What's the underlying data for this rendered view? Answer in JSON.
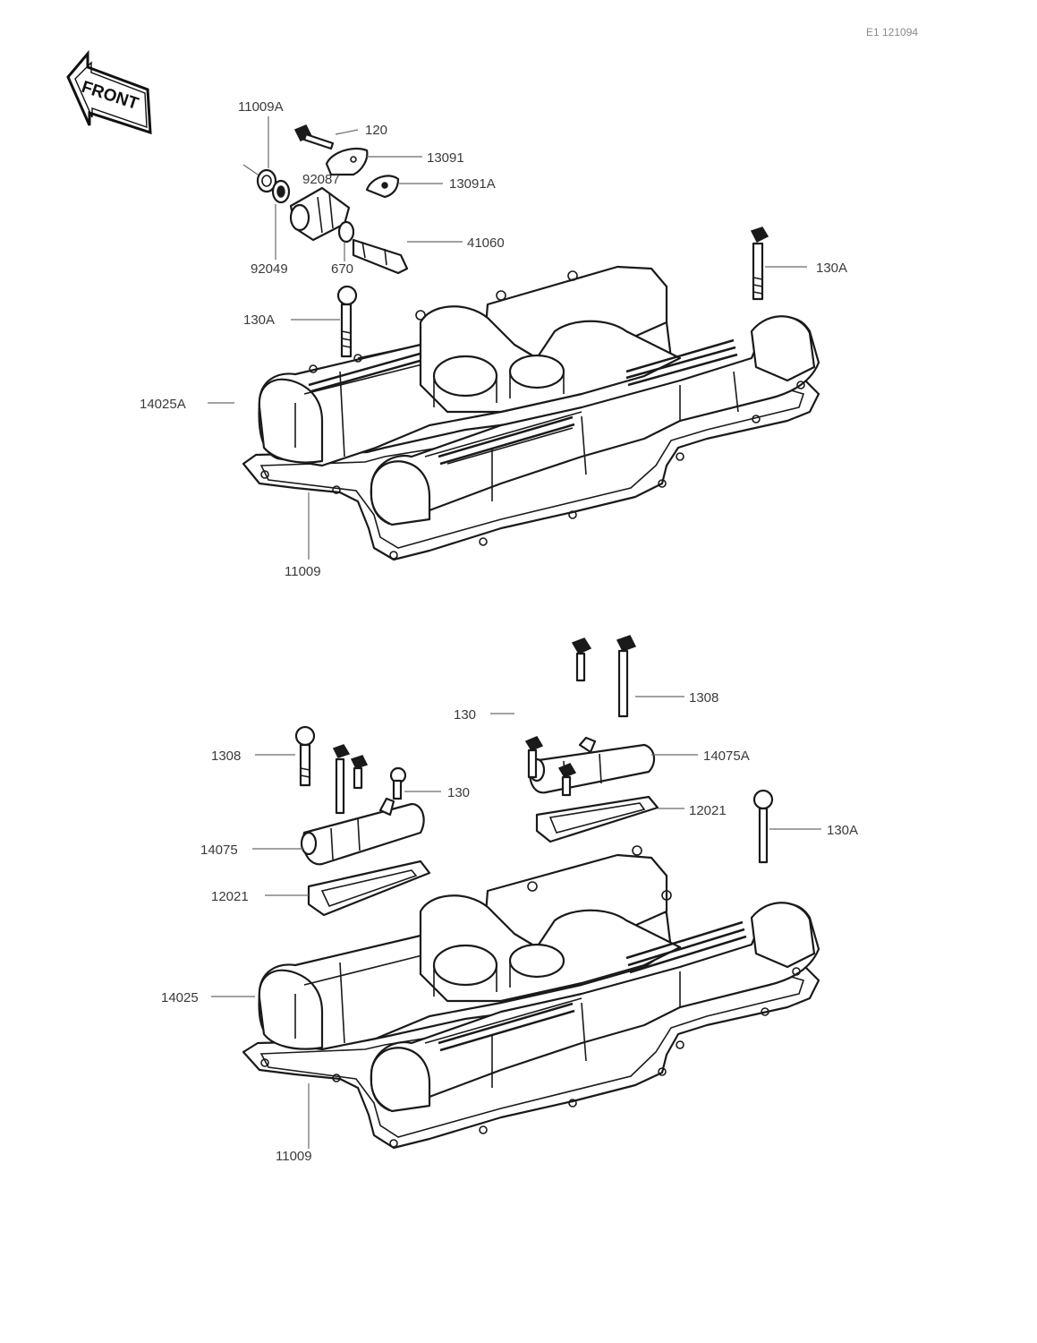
{
  "document": {
    "id": "E1 121094",
    "front_label": "FRONT"
  },
  "upper_assembly": {
    "callouts": [
      {
        "id": "11009A",
        "text": "11009A"
      },
      {
        "id": "120",
        "text": "120"
      },
      {
        "id": "13091",
        "text": "13091"
      },
      {
        "id": "92087",
        "text": "92087"
      },
      {
        "id": "13091A",
        "text": "13091A"
      },
      {
        "id": "41060",
        "text": "41060"
      },
      {
        "id": "92049",
        "text": "92049"
      },
      {
        "id": "670",
        "text": "670"
      },
      {
        "id": "130A_left",
        "text": "130A"
      },
      {
        "id": "130A_right",
        "text": "130A"
      },
      {
        "id": "14025A",
        "text": "14025A"
      },
      {
        "id": "11009",
        "text": "11009"
      }
    ]
  },
  "lower_assembly": {
    "callouts": [
      {
        "id": "130_top",
        "text": "130"
      },
      {
        "id": "1308_right",
        "text": "1308"
      },
      {
        "id": "14075A",
        "text": "14075A"
      },
      {
        "id": "12021_right",
        "text": "12021"
      },
      {
        "id": "130A",
        "text": "130A"
      },
      {
        "id": "1308_left",
        "text": "1308"
      },
      {
        "id": "130_left",
        "text": "130"
      },
      {
        "id": "14075",
        "text": "14075"
      },
      {
        "id": "12021_left",
        "text": "12021"
      },
      {
        "id": "14025",
        "text": "14025"
      },
      {
        "id": "11009",
        "text": "11009"
      }
    ]
  }
}
